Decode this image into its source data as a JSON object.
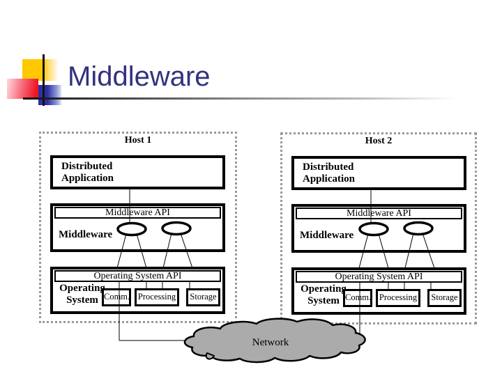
{
  "slide": {
    "title": "Middleware",
    "title_color": "#32317f",
    "accent_colors": {
      "yellow": "#ffc800",
      "red": "#ee1525",
      "blue": "#2f2fa2",
      "rule_gray": "#8a8a8a"
    }
  },
  "diagram": {
    "hosts": [
      {
        "title": "Host 1"
      },
      {
        "title": "Host 2"
      }
    ],
    "labels": {
      "distributed_line1": "Distributed",
      "distributed_line2": "Application",
      "middleware_api": "Middleware API",
      "middleware": "Middleware",
      "os_api": "Operating System API",
      "os_line1": "Operating",
      "os_line2": "System",
      "comm": "Comm.",
      "processing": "Processing",
      "storage": "Storage"
    },
    "network_label": "Network",
    "cloud_fill": "#ababab",
    "dash_color": "#999999"
  }
}
